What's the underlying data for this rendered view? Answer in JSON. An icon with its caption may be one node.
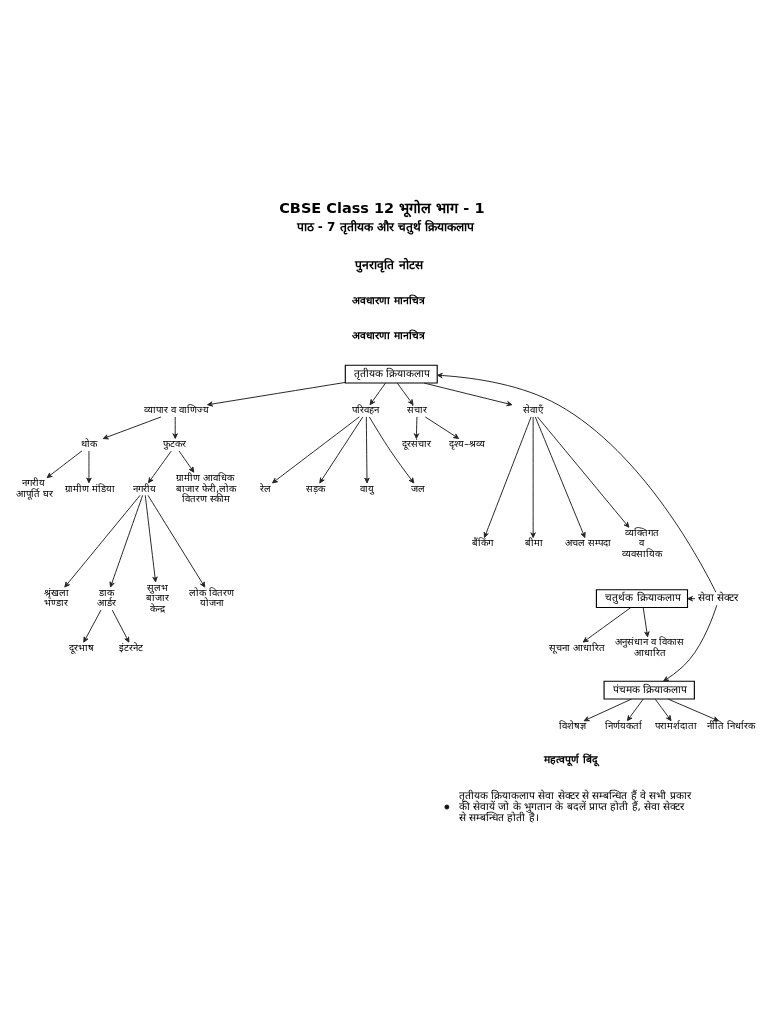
{
  "diagram": {
    "title": "CBSE Class 12 भूगोल भाग - 1",
    "nodes": [
      {
        "text": [
          "तृतीयक क्रियाकलाप"
        ]
      },
      {
        "text": [
          "व्यापार व वाणिज्य"
        ]
      },
      {
        "text": [
          "परिवहन"
        ]
      },
      {
        "text": [
          "संचार"
        ]
      },
      {
        "text": [
          "सेवाएँ"
        ]
      },
      {
        "text": [
          "थोक"
        ]
      },
      {
        "text": [
          "फुटकर"
        ]
      },
      {
        "text": [
          "नगरीय आपूर्ति घर"
        ]
      },
      {
        "text": [
          "ग्रामीण मंडिया"
        ]
      },
      {
        "text": [
          "रेल"
        ]
      },
      {
        "text": [
          "सड़क"
        ]
      },
      {
        "text": [
          "वायु"
        ]
      },
      {
        "text": [
          "जल"
        ]
      },
      {
        "text": [
          "दूरसंचार"
        ]
      },
      {
        "text": [
          "दृश्य–श्रव्य"
        ]
      },
      {
        "text": [
          "नगरीय"
        ]
      },
      {
        "text": [
          "ग्रामीण आवधिक बाजार फेरी,लोक वितरण स्कीम"
        ]
      },
      {
        "text": [
          "बैंकिंग"
        ]
      },
      {
        "text": [
          "बीमा"
        ]
      },
      {
        "text": [
          "अचल सम्पदा"
        ]
      },
      {
        "text": [
          "व्यक्तिगत व व्यवसायिक"
        ]
      },
      {
        "text": [
          "चतुर्थक क्रियाकलाप"
        ]
      },
      {
        "text": [
          "सूचना आधारित"
        ]
      },
      {
        "text": [
          "अनुसंधान व विकास आधारित"
        ]
      },
      {
        "text": [
          "श्रृंखला भण्डार"
        ]
      },
      {
        "text": [
          "डाक आर्डर"
        ]
      },
      {
        "text": [
          "सुलभ बाजार केन्द्र"
        ]
      },
      {
        "text": [
          "लोक वितरण योजना"
        ]
      },
      {
        "text": [
          "दूरभाष"
        ]
      },
      {
        "text": [
          "इंटरनेट"
        ]
      },
      {
        "text": [
          "पंचमक क्रियाकलाप"
        ]
      },
      {
        "text": [
          "विशेषज्ञ"
        ]
      },
      {
        "text": [
          "निर्णयकर्ता"
        ]
      },
      {
        "text": [
          "परामर्शदाता"
        ]
      },
      {
        "text": [
          "नीति निर्धारक"
        ]
      },
      {
        "text": [
          "सेवा सेक्टर"
        ]
      }
    ],
    "edges": [
      {
        "from": 0,
        "to": 1,
        "arrow": "to"
      },
      {
        "from": 0,
        "to": 2,
        "arrow": "to"
      },
      {
        "from": 0,
        "to": 3,
        "arrow": "to"
      },
      {
        "from": 0,
        "to": 4,
        "arrow": "to"
      },
      {
        "from": 1,
        "to": 5,
        "arrow": "to"
      },
      {
        "from": 1,
        "to": 6,
        "arrow": "to"
      },
      {
        "from": 5,
        "to": 7,
        "arrow": "to"
      },
      {
        "from": 5,
        "to": 8,
        "arrow": "to"
      },
      {
        "from": 2,
        "to": 9,
        "arrow": "to"
      },
      {
        "from": 2,
        "to": 10,
        "arrow": "to"
      },
      {
        "from": 2,
        "to": 11,
        "arrow": "to"
      },
      {
        "from": 2,
        "to": 12,
        "arrow": "to"
      },
      {
        "from": 3,
        "to": 13,
        "arrow": "to"
      },
      {
        "from": 3,
        "to": 14,
        "arrow": "to"
      },
      {
        "from": 6,
        "to": 15,
        "arrow": "to"
      },
      {
        "from": 6,
        "to": 16,
        "arrow": "to"
      },
      {
        "from": 4,
        "to": 17,
        "arrow": "to"
      },
      {
        "from": 4,
        "to": 18,
        "arrow": "to"
      },
      {
        "from": 4,
        "to": 19,
        "arrow": "to"
      },
      {
        "from": 4,
        "to": 20,
        "arrow": "to"
      },
      {
        "from": 21,
        "to": 22,
        "arrow": "to"
      },
      {
        "from": 21,
        "to": 23,
        "arrow": "to"
      },
      {
        "from": 15,
        "to": 24,
        "arrow": "to"
      },
      {
        "from": 15,
        "to": 25,
        "arrow": "to"
      },
      {
        "from": 15,
        "to": 26,
        "arrow": "to"
      },
      {
        "from": 15,
        "to": 27,
        "arrow": "to"
      },
      {
        "from": 25,
        "to": 28,
        "arrow": "to"
      },
      {
        "from": 25,
        "to": 29,
        "arrow": "to"
      },
      {
        "from": 30,
        "to": 31,
        "arrow": "to"
      },
      {
        "from": 30,
        "to": 32,
        "arrow": "to"
      },
      {
        "from": 30,
        "to": 33,
        "arrow": "to"
      },
      {
        "from": 30,
        "to": 34,
        "arrow": "to"
      },
      {
        "from": 35,
        "to": 0,
        "arrow": "to"
      },
      {
        "from": 35,
        "to": 21,
        "arrow": "to"
      },
      {
        "from": 35,
        "to": 30,
        "arrow": "to"
      }
    ],
    "labels": [
      "पाठ - 7 तृतीयक और चतुर्थ क्रियाकलाप",
      "पुनरावृति नोटस",
      "अवधारणा मानचित्र",
      "अवधारणा मानचित्र",
      "महत्वपूर्ण बिंदू",
      "तृतीयक क्रियाकलाप सेवा सेक्टर से सम्बन्धित हैं वे सभी प्रकार की सेवायें जो के भुगतान के बदलें प्राप्त होती हैं, सेवा सेक्टर से सम्बन्धित होती है।"
    ]
  }
}
